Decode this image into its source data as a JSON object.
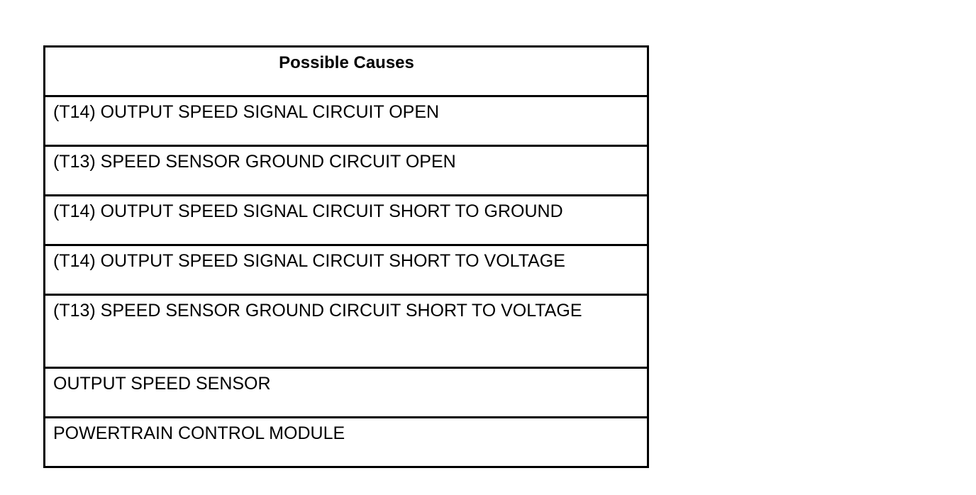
{
  "table": {
    "header": "Possible Causes",
    "rows": [
      "(T14) OUTPUT SPEED SIGNAL CIRCUIT OPEN",
      "(T13) SPEED SENSOR GROUND CIRCUIT OPEN",
      "(T14) OUTPUT SPEED SIGNAL CIRCUIT SHORT TO GROUND",
      "(T14) OUTPUT SPEED SIGNAL CIRCUIT SHORT TO VOLTAGE",
      "(T13) SPEED SENSOR GROUND CIRCUIT SHORT TO VOLTAGE",
      "OUTPUT SPEED SENSOR",
      "POWERTRAIN CONTROL MODULE"
    ]
  }
}
